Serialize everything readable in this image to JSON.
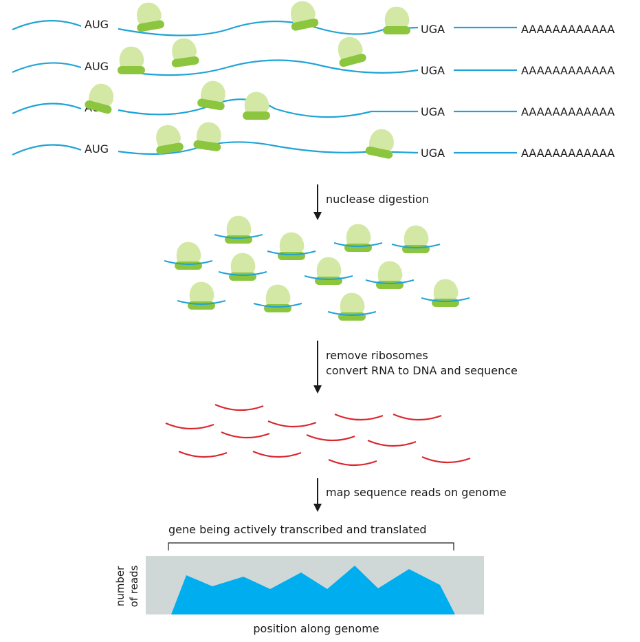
{
  "mrna": {
    "start_codon": "AUG",
    "stop_codon": "UGA",
    "poly_a_tail": "AAAAAAAAAAAA"
  },
  "steps": {
    "step1": "nuclease digestion",
    "step2_line1": "remove ribosomes",
    "step2_line2": "convert RNA to DNA and sequence",
    "step3": "map sequence reads on genome"
  },
  "plot": {
    "title": "gene being actively transcribed and translated",
    "xlabel": "position along genome",
    "ylabel_line1": "number",
    "ylabel_line2": "of reads"
  },
  "colors": {
    "mrna": "#1fa3d6",
    "ribosome_small": "#d3e8a5",
    "ribosome_large": "#8cc63f",
    "reads": "#d9272e",
    "plot_bg": "#cfd8d6",
    "plot_fill": "#00aeef",
    "text": "#1a1a1a"
  }
}
